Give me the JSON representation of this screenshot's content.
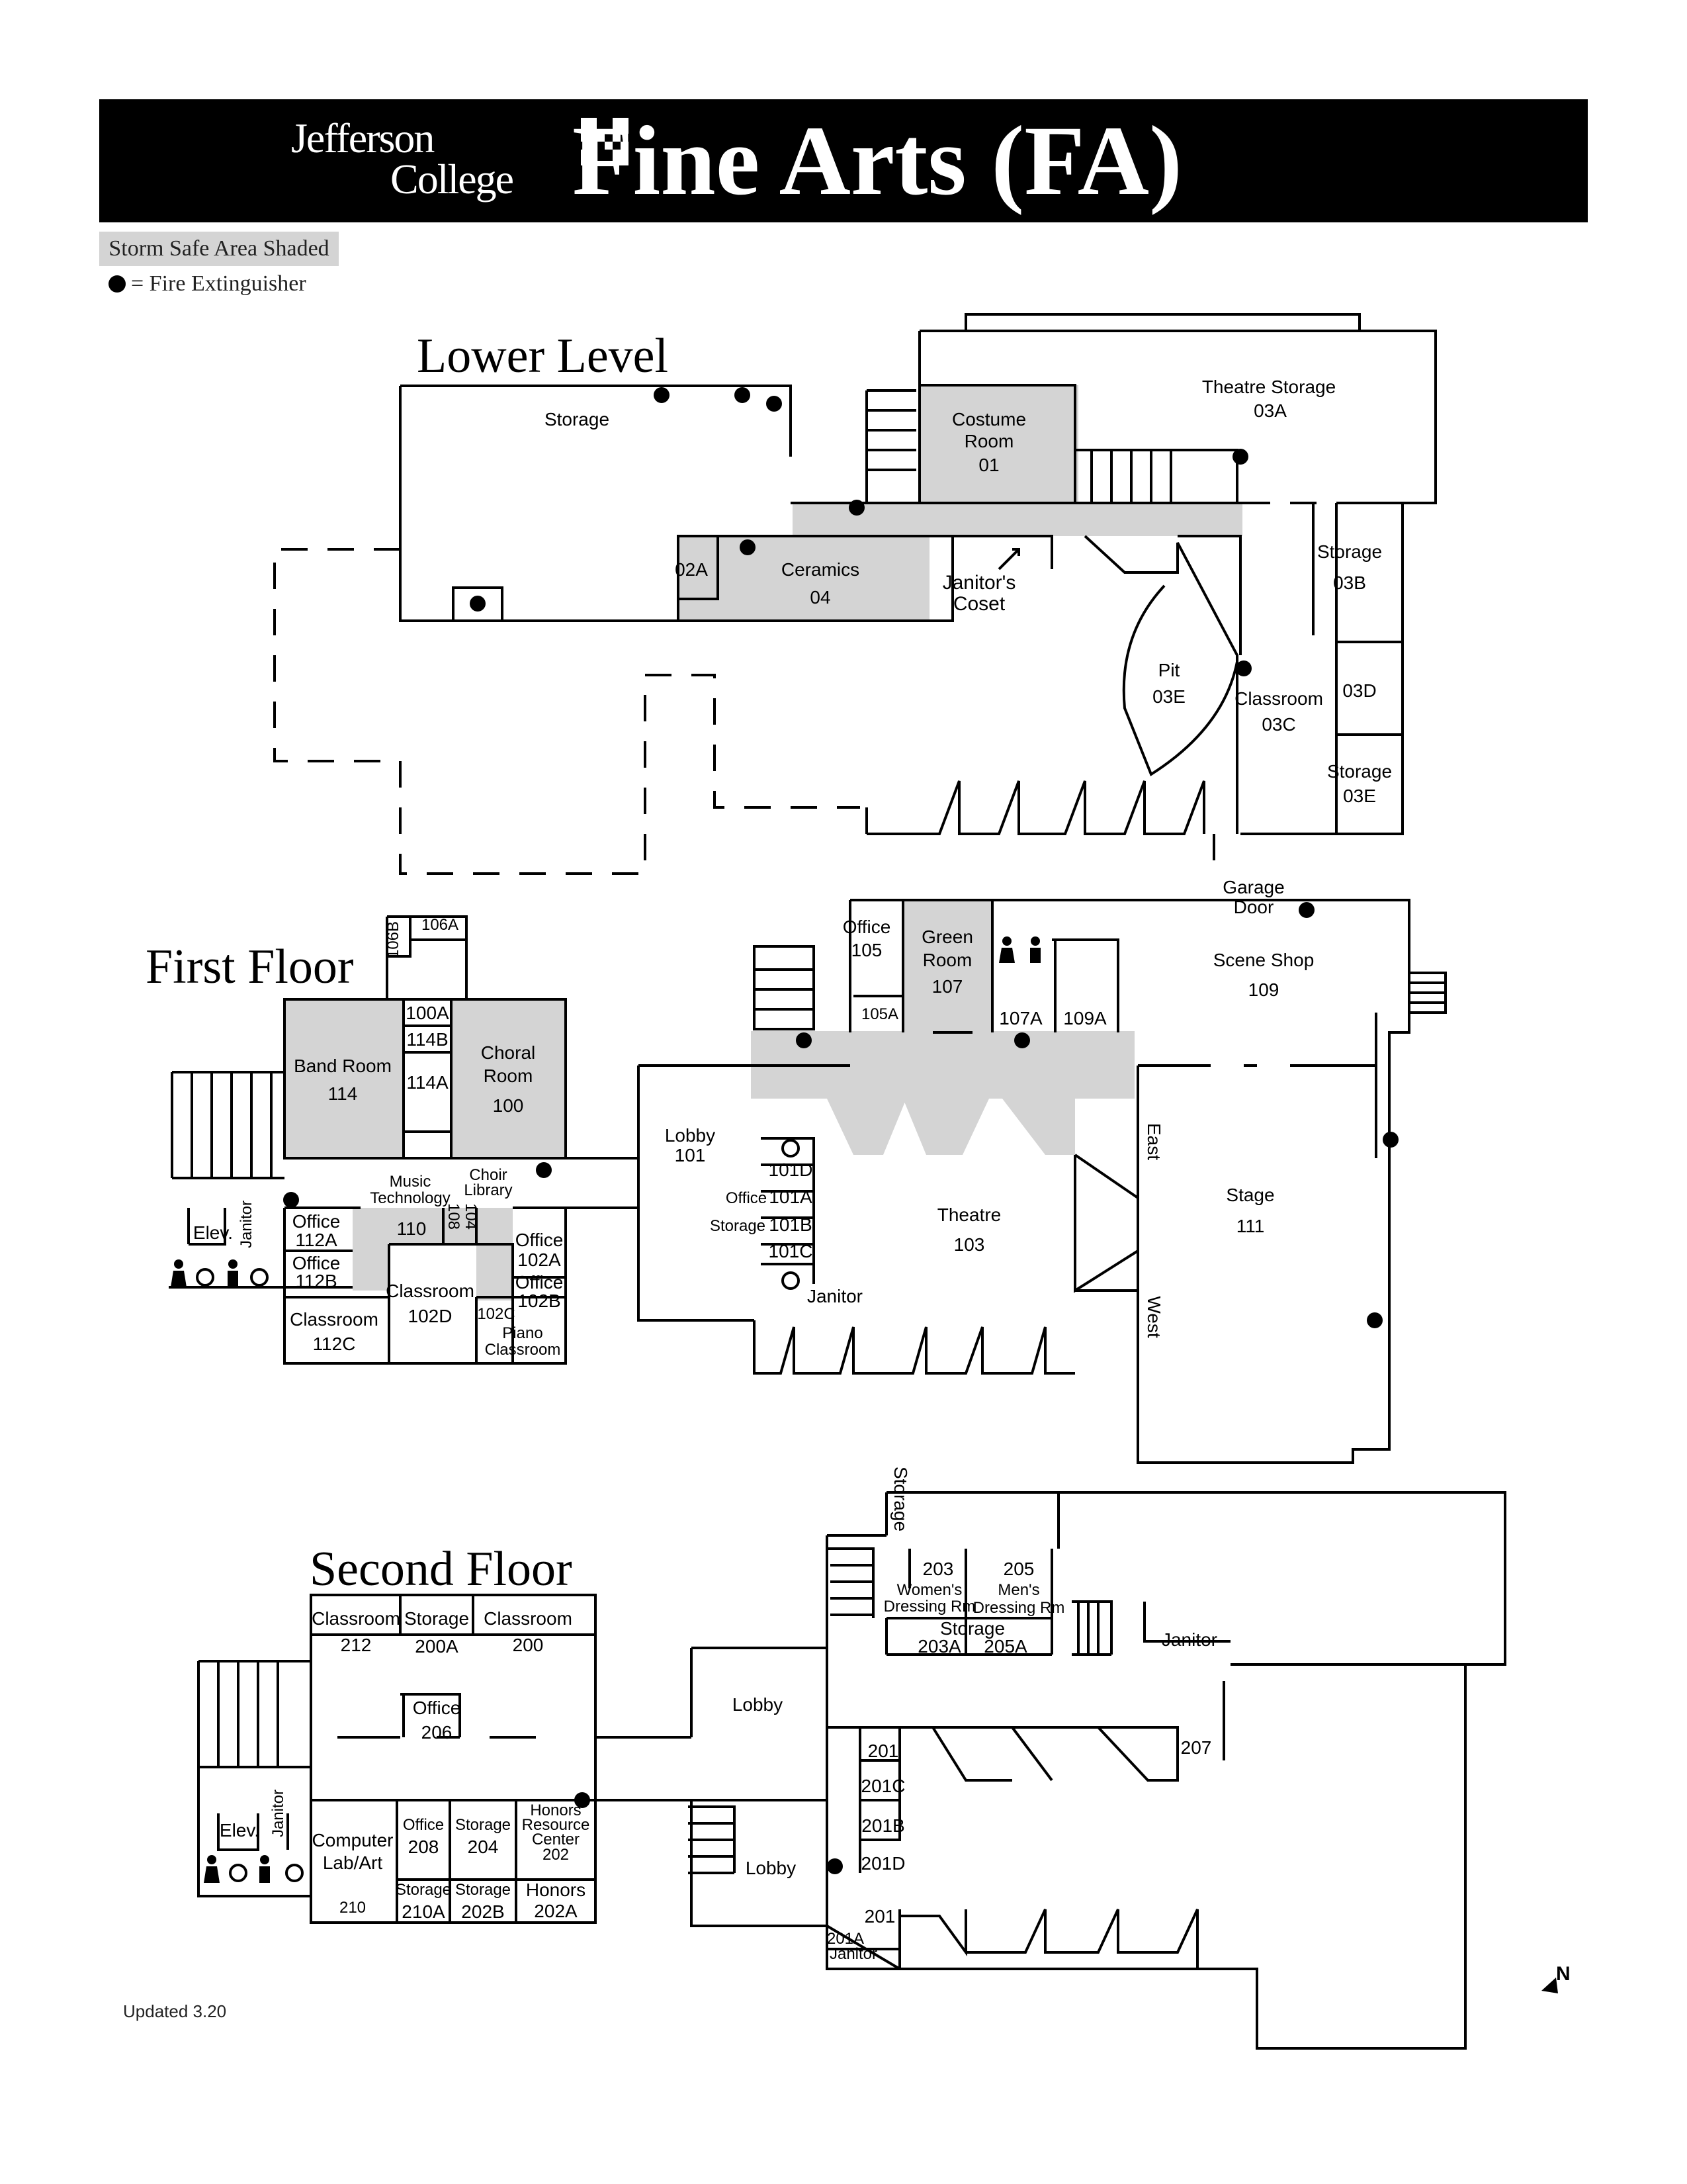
{
  "header": {
    "logo_line1": "Jefferson",
    "logo_line2": "College",
    "title": "Fine Arts (FA)"
  },
  "legend": {
    "storm_safe": "Storm Safe Area Shaded",
    "fire_extinguisher": "= Fire Extinguisher"
  },
  "footer": {
    "updated": "Updated 3.20"
  },
  "compass": {
    "label": "N"
  },
  "colors": {
    "header_bg": "#000000",
    "storm_safe_shade": "#d4d4d4",
    "walls": "#000000"
  },
  "lower_level": {
    "title": "Lower Level",
    "rooms": {
      "storage": "Storage",
      "costume_name": "Costume",
      "costume_name2": "Room",
      "costume_num": "01",
      "theatre_storage": "Theatre Storage",
      "theatre_storage_num": "03A",
      "storage_03b": "Storage",
      "storage_03b_num": "03B",
      "r02a": "02A",
      "ceramics": "Ceramics",
      "ceramics_num": "04",
      "janitor1": "Janitor's",
      "janitor2": "Coset",
      "pit": "Pit",
      "pit_num": "03E",
      "classroom": "Classroom",
      "classroom_num": "03C",
      "r03d": "03D",
      "storage_03e": "Storage",
      "storage_03e_num": "03E"
    }
  },
  "first_floor": {
    "title": "First Floor",
    "rooms": {
      "r106b": "106B",
      "r106a": "106A",
      "r100a": "100A",
      "r114b": "114B",
      "r114a": "114A",
      "band": "Band Room",
      "band_num": "114",
      "choral": "Choral",
      "choral2": "Room",
      "choral_num": "100",
      "music1": "Music",
      "music2": "Technology",
      "choir1": "Choir",
      "choir2": "Library",
      "r110": "110",
      "r108": "108",
      "r104": "104",
      "elev": "Elev.",
      "janitor": "Janitor",
      "office112a": "Office",
      "office112a_num": "112A",
      "office112b": "Office",
      "office112b_num": "112B",
      "classroom112c": "Classroom",
      "classroom112c_num": "112C",
      "classroom102d": "Classroom",
      "classroom102d_num": "102D",
      "office102a": "Office",
      "office102a_num": "102A",
      "office102b": "Office",
      "office102b_num": "102B",
      "r102c": "102C",
      "piano1": "Piano",
      "piano2": "Classroom",
      "office105": "Office",
      "office105_num": "105",
      "r105a": "105A",
      "green1": "Green",
      "green2": "Room",
      "green_num": "107",
      "r107a": "107A",
      "r109a": "109A",
      "garage1": "Garage",
      "garage2": "Door",
      "sceneshop": "Scene Shop",
      "sceneshop_num": "109",
      "lobby": "Lobby",
      "lobby_num": "101",
      "r101d": "101D",
      "office101a": "Office",
      "office101a_num": "101A",
      "storage101b": "Storage",
      "storage101b_num": "101B",
      "r101c": "101C",
      "janitor_lobby": "Janitor",
      "theatre": "Theatre",
      "theatre_num": "103",
      "east": "East",
      "west": "West",
      "stage": "Stage",
      "stage_num": "111"
    }
  },
  "second_floor": {
    "title": "Second Floor",
    "rooms": {
      "classroom212": "Classroom",
      "classroom212_num": "212",
      "storage200a": "Storage",
      "storage200a_num": "200A",
      "classroom200": "Classroom",
      "classroom200_num": "200",
      "office206": "Office",
      "office206_num": "206",
      "elev": "Elev.",
      "janitor": "Janitor",
      "computer1": "Computer",
      "computer2": "Lab/Art",
      "computer_num": "210",
      "office208": "Office",
      "office208_num": "208",
      "storage210a": "Storage",
      "storage210a_num": "210A",
      "storage204": "Storage",
      "storage204_num": "204",
      "storage202b": "Storage",
      "storage202b_num": "202B",
      "honors1": "Honors",
      "honors2": "Resource",
      "honors3": "Center",
      "honors_num": "202",
      "honors202a": "Honors",
      "honors202a_num": "202A",
      "lobby_upper": "Lobby",
      "lobby_lower": "Lobby",
      "storage_vert": "Storage",
      "r203": "203",
      "womens1": "Women's",
      "womens2": "Dressing Rm",
      "r205": "205",
      "mens1": "Men's",
      "mens2": "Dressing Rm",
      "storage2": "Storage",
      "r203a": "203A",
      "r205a": "205A",
      "janitor_right": "Janitor",
      "r201": "201",
      "r201c": "201C",
      "r201b": "201B",
      "r201d": "201D",
      "r201_lower": "201",
      "r201a": "201A",
      "r201a_janitor": "Janitor",
      "r207": "207"
    }
  }
}
